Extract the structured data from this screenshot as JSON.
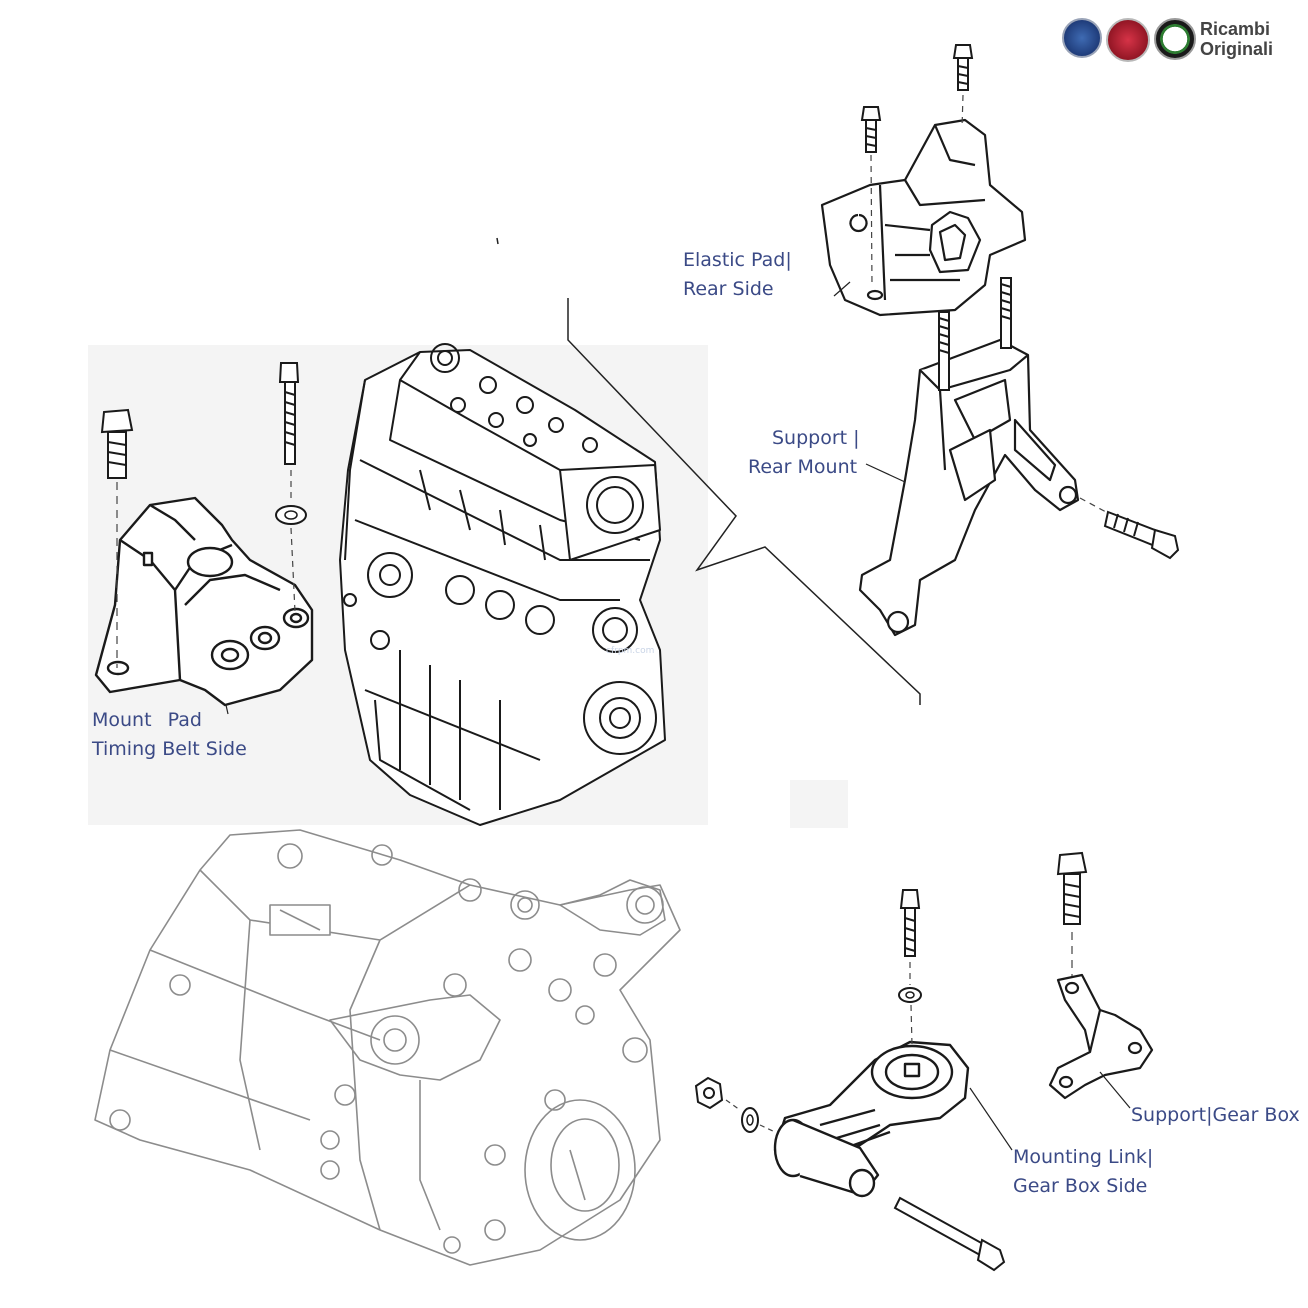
{
  "logo": {
    "badges": [
      "lancia-badge",
      "fiat-badge",
      "alfa-romeo-badge"
    ],
    "text_line1": "Ricambi",
    "text_line2": "Originali",
    "colors": {
      "lancia": "#1f3c7a",
      "fiat": "#b71c2c",
      "alfa": "#2e7d32",
      "text": "#444444"
    }
  },
  "watermark": "cfrpm.com",
  "labels": {
    "elastic_pad": {
      "line1": "Elastic Pad|",
      "line2": "Rear Side"
    },
    "support_rear": {
      "line1": "Support |",
      "line2": "Rear Mount"
    },
    "mount_pad": {
      "line1a": "Mount",
      "line1b": "Pad",
      "line2": "Timing Belt Side"
    },
    "support_gearbox": {
      "line1": "Support|Gear Box"
    },
    "mounting_link": {
      "line1": "Mounting Link|",
      "line2": "Gear Box Side"
    }
  },
  "colors": {
    "label_text": "#3b4a86",
    "line_art": "#1a1a1a",
    "faint_art": "#9a9a9a",
    "engine_panel": "#f3f3f3"
  }
}
